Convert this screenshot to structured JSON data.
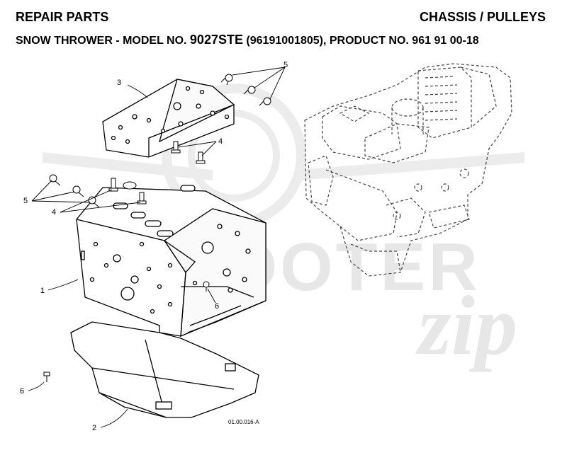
{
  "header": {
    "section_title": "REPAIR PARTS",
    "category_title": "CHASSIS / PULLEYS",
    "subtitle_prefix": "SNOW THROWER - MODEL NO. ",
    "model_number": "9027STE",
    "subtitle_suffix": " (96191001805), PRODUCT NO. 961 91 00-18"
  },
  "callouts": {
    "part_1": "1",
    "part_2": "2",
    "part_3": "3",
    "part_4_upper": "4",
    "part_4_left": "4",
    "part_5_top": "5",
    "part_5_left": "5",
    "part_6_right": "6",
    "part_6_left": "6"
  },
  "drawing_code": "01.00.016-A",
  "watermark": {
    "brand_word": "SCOOTER",
    "brand_script": "zip"
  }
}
